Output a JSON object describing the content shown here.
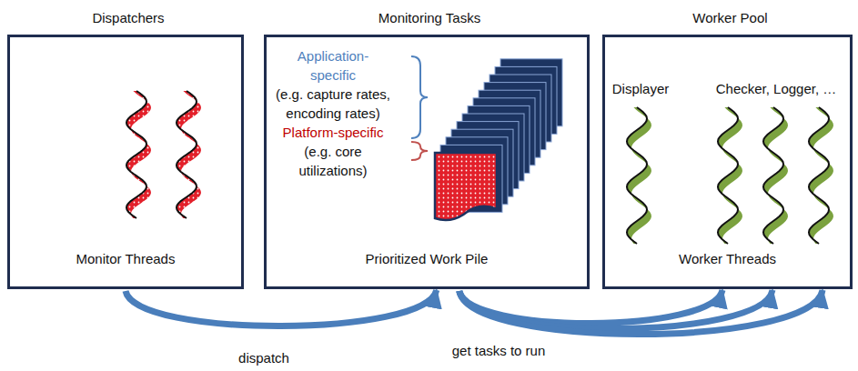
{
  "diagram": {
    "nodes": [
      {
        "text": [
          "Dispatchers",
          "Monitor Threads"
        ]
      },
      {
        "text": [
          "Monitoring Tasks",
          "Application-specific",
          "(e.g. capture rates, encoding rates)",
          "Platform-specific",
          "(e.g. core utilizations)",
          "Prioritized Work Pile"
        ]
      },
      {
        "text": [
          "Worker Pool",
          "Displayer",
          "Checker, Logger, …",
          "Worker Threads"
        ]
      }
    ],
    "edges": [
      {
        "from": 0,
        "to": 1,
        "arrow": "to",
        "label": "dispatch"
      },
      {
        "from": 1,
        "to": 2,
        "arrow": "to",
        "label": "get tasks to run"
      },
      {
        "from": 1,
        "to": 2,
        "arrow": "to"
      },
      {
        "from": 1,
        "to": 2,
        "arrow": "to"
      }
    ]
  }
}
